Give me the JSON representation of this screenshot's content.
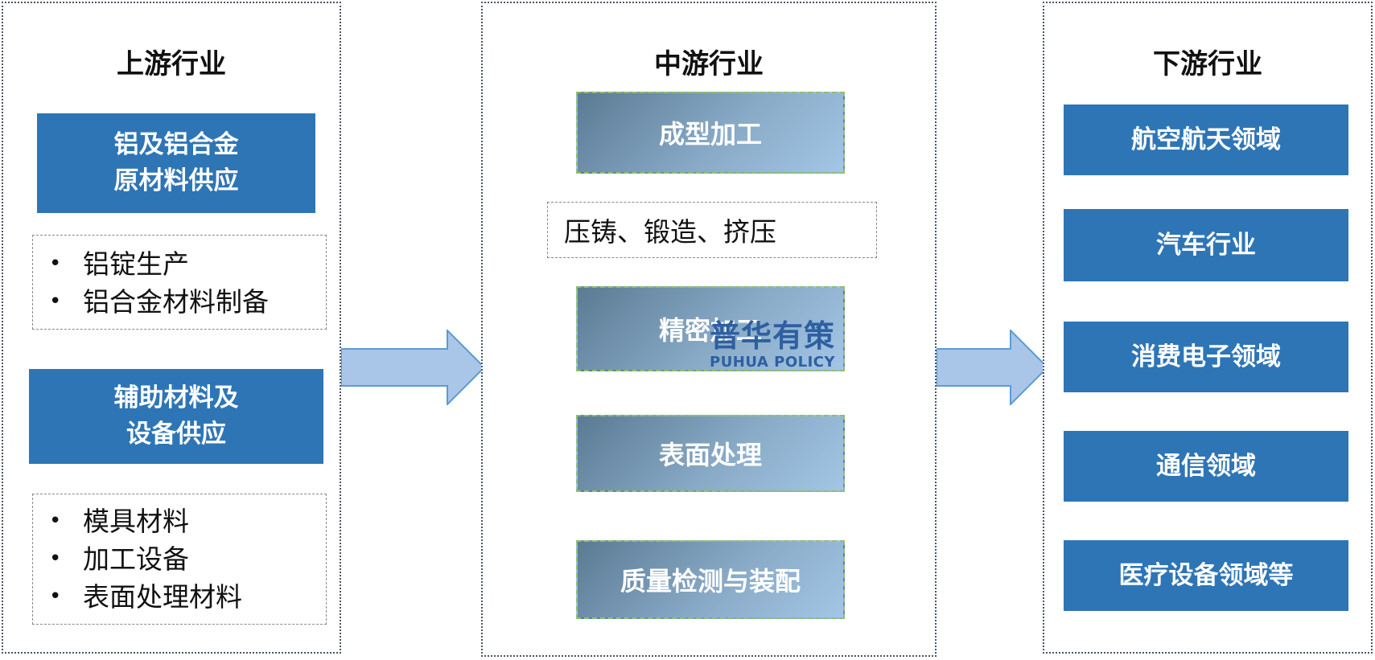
{
  "upstream": {
    "title": "上游行业",
    "box1": "铝及铝合金\n原材料供应",
    "list1": [
      "铝锭生产",
      "铝合金材料制备"
    ],
    "box2": "辅助材料及\n设备供应",
    "list2": [
      "模具材料",
      "加工设备",
      "表面处理材料"
    ]
  },
  "midstream": {
    "title": "中游行业",
    "steps": [
      "成型加工",
      "精密加工",
      "表面处理",
      "质量检测与装配"
    ],
    "forming_methods": "压铸、锻造、挤压"
  },
  "downstream": {
    "title": "下游行业",
    "items": [
      "航空航天领域",
      "汽车行业",
      "消费电子领域",
      "通信领域",
      "医疗设备领域等"
    ]
  },
  "watermark": {
    "cn": "普华有策",
    "en": "PUHUA POLICY"
  },
  "colors": {
    "blue_box": "#2e75b6",
    "arrow_fill": "#a9c6e8",
    "arrow_stroke": "#5b9bd5",
    "watermark": "#2e5fa0"
  }
}
